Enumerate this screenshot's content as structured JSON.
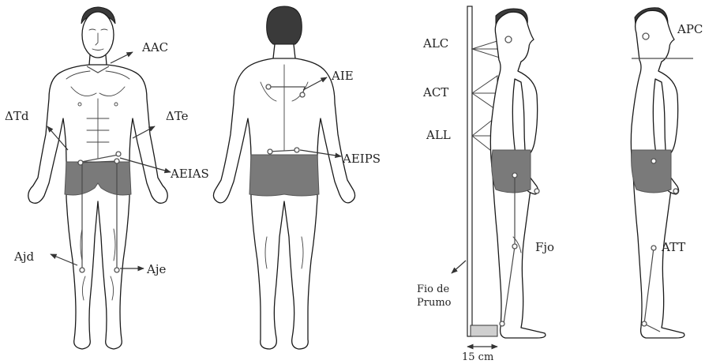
{
  "figures": [
    {
      "id": "front",
      "labels": [
        "AAC",
        "ΔTd",
        "ΔTe",
        "AEIAS",
        "Ajd",
        "Aje"
      ]
    },
    {
      "id": "back",
      "labels": [
        "AIE",
        "AEIPS"
      ]
    },
    {
      "id": "side-left",
      "labels": [
        "ALC",
        "ACT",
        "ALL",
        "Fjo"
      ],
      "plumb_line": "Fio de Prumo",
      "scale": "15 cm"
    },
    {
      "id": "side-right",
      "labels": [
        "APC",
        "ATT"
      ]
    }
  ],
  "colors": {
    "trunks": "#7a7a7a",
    "line": "#1a1a1a",
    "marker": "#555555"
  }
}
